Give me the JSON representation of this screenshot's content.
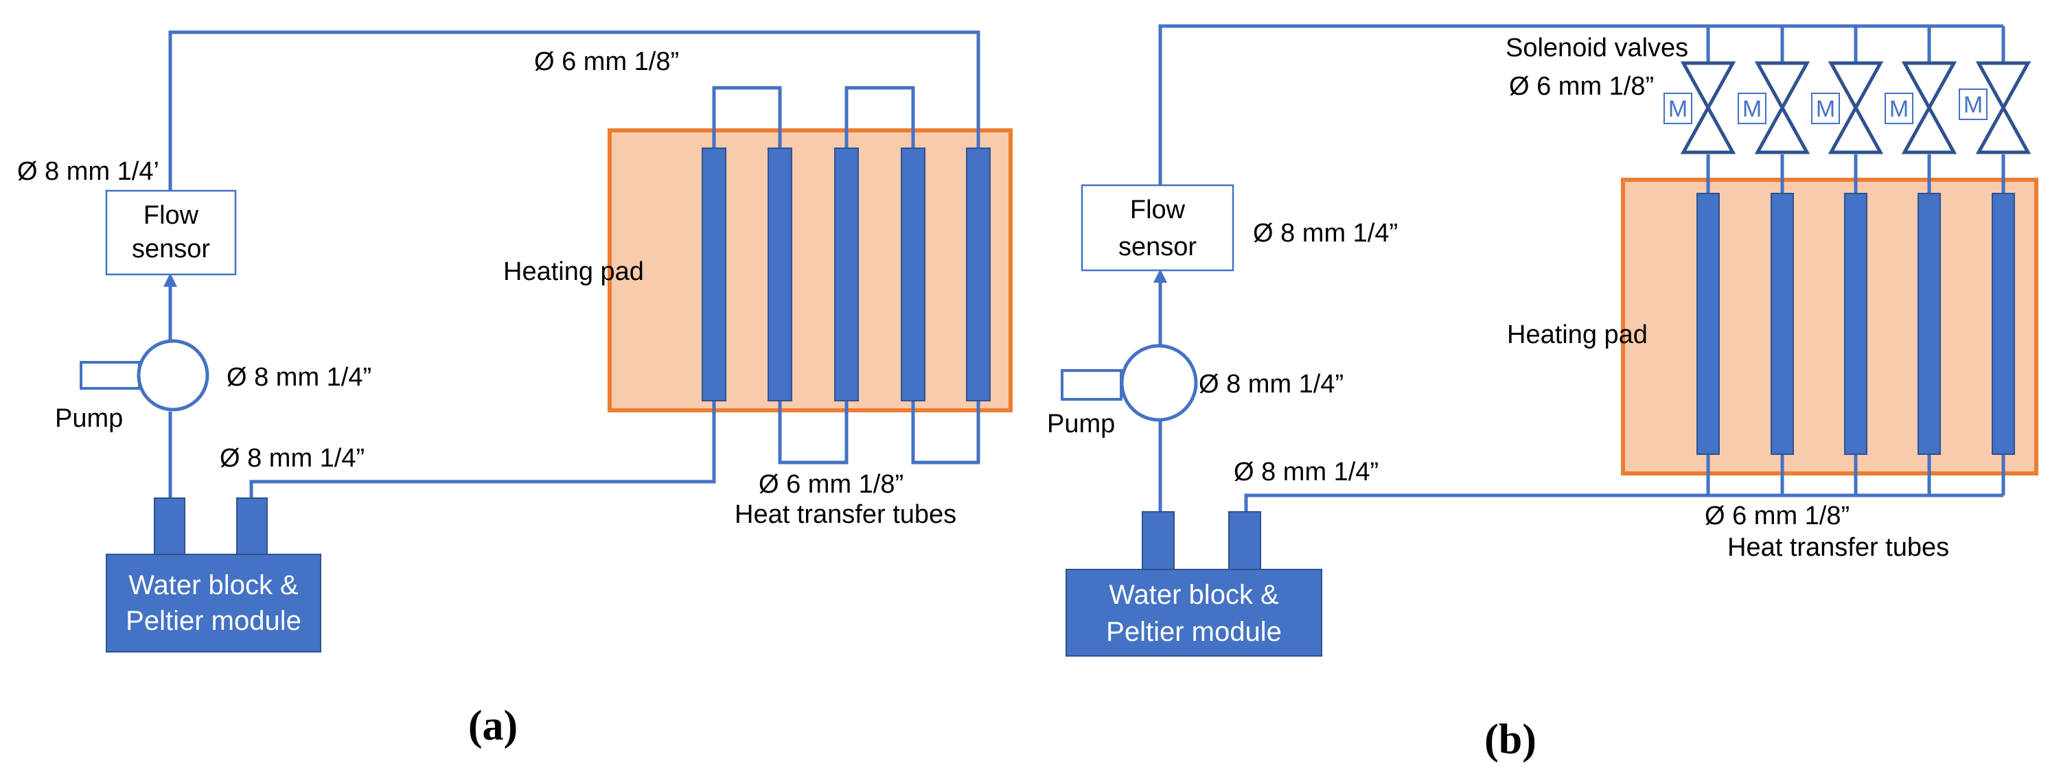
{
  "panel_a": {
    "label": "(a)",
    "pipe_top": "Ø 6 mm 1/8”",
    "pipe_left": "Ø 8 mm 1/4’",
    "pump_outlet": "Ø 8 mm 1/4”",
    "return_pipe": "Ø 8 mm 1/4”",
    "tube_connector": "Ø 6 mm 1/8”",
    "tubes_label": "Heat transfer tubes",
    "heating_pad": "Heating pad",
    "flow_sensor": [
      "Flow",
      "sensor"
    ],
    "pump": "Pump",
    "water_block": [
      "Water block &",
      "Peltier module"
    ]
  },
  "panel_b": {
    "label": "(b)",
    "valves_label": "Solenoid valves",
    "valve_pipe": "Ø 6 mm 1/8”",
    "flow_outlet": "Ø 8 mm 1/4”",
    "pump_outlet": "Ø 8 mm 1/4”",
    "return_pipe": "Ø 8 mm 1/4”",
    "tube_connector": "Ø 6 mm 1/8”",
    "tubes_label": "Heat transfer tubes",
    "heating_pad": "Heating pad",
    "flow_sensor": [
      "Flow",
      "sensor"
    ],
    "pump": "Pump",
    "water_block": [
      "Water block &",
      "Peltier module"
    ],
    "valve_marker": "M"
  },
  "colors": {
    "pipe": "#4472c4",
    "pad_fill": "#f8cbad",
    "pad_border": "#ed7d31",
    "block": "#4472c4"
  }
}
